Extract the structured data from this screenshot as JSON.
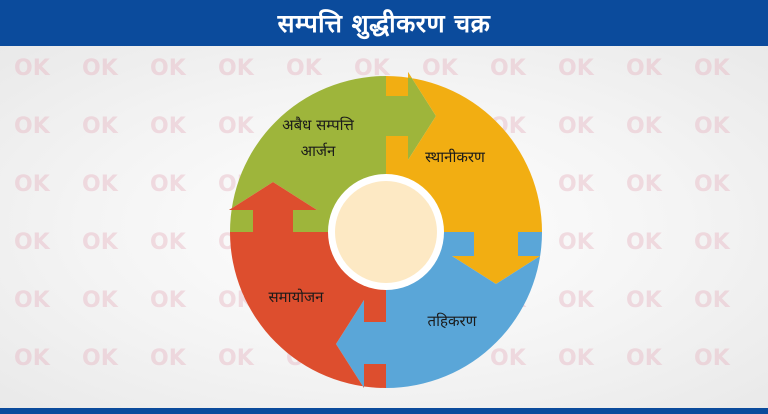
{
  "header": {
    "title": "सम्पत्ति शुद्धीकरण चक्र"
  },
  "watermark": {
    "text": "OK"
  },
  "cycle": {
    "segments": [
      {
        "label_line1": "अबैध सम्पत्ति",
        "label_line2": "आर्जन",
        "color": "#9eb53b"
      },
      {
        "label_line1": "स्थानीकरण",
        "color": "#f2ae12"
      },
      {
        "label_line1": "तहिकरण",
        "color": "#5aa6d8"
      },
      {
        "label_line1": "समायोजन",
        "color": "#dd4e2e"
      }
    ],
    "center_color": "#fde9c4"
  },
  "colors": {
    "header": "#0b4b9c"
  }
}
